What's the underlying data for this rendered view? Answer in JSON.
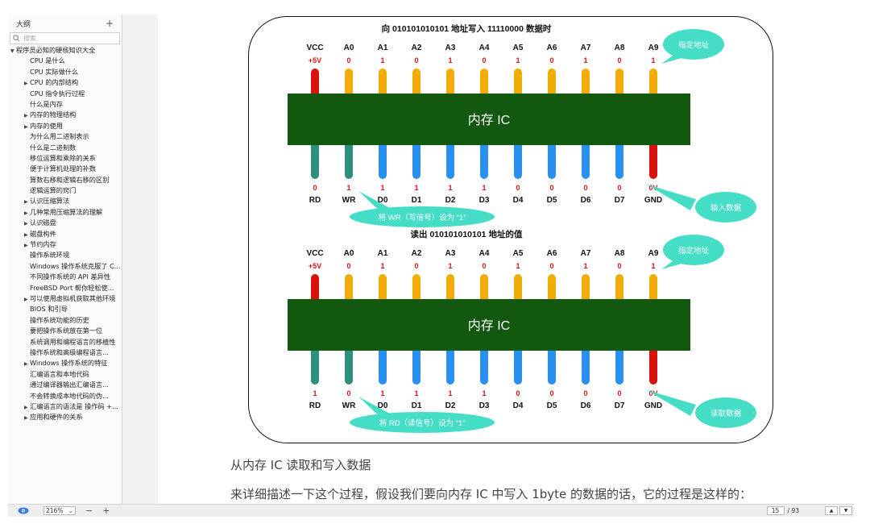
{
  "sidebar": {
    "title": "大纲",
    "add_label": "+",
    "search_placeholder": "搜索",
    "items": [
      {
        "label": "程序员必知的硬核知识大全",
        "level": "l0",
        "arrow": "▼"
      },
      {
        "label": "CPU 是什么",
        "level": "l1",
        "arrow": ""
      },
      {
        "label": "CPU 实际做什么",
        "level": "l1",
        "arrow": ""
      },
      {
        "label": "CPU 的内部结构",
        "level": "l1a",
        "arrow": "▶"
      },
      {
        "label": "CPU 指令执行过程",
        "level": "l1",
        "arrow": ""
      },
      {
        "label": "什么是内存",
        "level": "l1",
        "arrow": ""
      },
      {
        "label": "内存的物理结构",
        "level": "l1a",
        "arrow": "▶"
      },
      {
        "label": "内存的使用",
        "level": "l1a",
        "arrow": "▶"
      },
      {
        "label": "为什么用二进制表示",
        "level": "l1",
        "arrow": ""
      },
      {
        "label": "什么是二进制数",
        "level": "l1",
        "arrow": ""
      },
      {
        "label": "移位运算和乘除的关系",
        "level": "l1",
        "arrow": ""
      },
      {
        "label": "便于计算机处理的补数",
        "level": "l1",
        "arrow": ""
      },
      {
        "label": "算数右移和逻辑右移的区别",
        "level": "l1",
        "arrow": ""
      },
      {
        "label": "逻辑运算的窍门",
        "level": "l1",
        "arrow": ""
      },
      {
        "label": "认识压缩算法",
        "level": "l1a",
        "arrow": "▶"
      },
      {
        "label": "几种常用压缩算法的理解",
        "level": "l1a",
        "arrow": "▶"
      },
      {
        "label": "认识磁盘",
        "level": "l1a",
        "arrow": "▶"
      },
      {
        "label": "磁盘构件",
        "level": "l1a",
        "arrow": "▶"
      },
      {
        "label": "节约内存",
        "level": "l1a",
        "arrow": "▶"
      },
      {
        "label": "操作系统环境",
        "level": "l1",
        "arrow": ""
      },
      {
        "label": "Windows 操作系统克服了 C...",
        "level": "l1",
        "arrow": ""
      },
      {
        "label": "不同操作系统的 API 差异性",
        "level": "l1",
        "arrow": ""
      },
      {
        "label": "FreeBSD Port 帮你轻松使...",
        "level": "l1",
        "arrow": ""
      },
      {
        "label": "可以使用虚拟机获取其他环境",
        "level": "l1a",
        "arrow": "▶"
      },
      {
        "label": "BIOS 和引导",
        "level": "l1",
        "arrow": ""
      },
      {
        "label": "操作系统功能的历史",
        "level": "l1",
        "arrow": ""
      },
      {
        "label": "要把操作系统放在第一位",
        "level": "l1",
        "arrow": ""
      },
      {
        "label": "系统调用和编程语言的移植性",
        "level": "l1",
        "arrow": ""
      },
      {
        "label": "操作系统和高级编程语言...",
        "level": "l2",
        "arrow": ""
      },
      {
        "label": "Windows 操作系统的特征",
        "level": "l1a",
        "arrow": "▶"
      },
      {
        "label": "汇编语言和本地代码",
        "level": "l1",
        "arrow": ""
      },
      {
        "label": "通过编译器输出汇编语言...",
        "level": "l1",
        "arrow": ""
      },
      {
        "label": "不会转换成本地代码的伪...",
        "level": "l1",
        "arrow": ""
      },
      {
        "label": "汇编语言的语法是 操作码 +...",
        "level": "l1a",
        "arrow": "▶"
      },
      {
        "label": "应用和硬件的关系",
        "level": "l1a",
        "arrow": "▶"
      }
    ]
  },
  "diagram": {
    "write": {
      "title": "向 010101010101 地址写入 11110000 数据时",
      "top_pins": [
        "VCC",
        "A0",
        "A1",
        "A2",
        "A3",
        "A4",
        "A5",
        "A6",
        "A7",
        "A8",
        "A9"
      ],
      "top_values": [
        "+5V",
        "0",
        "1",
        "0",
        "1",
        "0",
        "1",
        "0",
        "1",
        "0",
        "1"
      ],
      "chip_label": "内存 IC",
      "bottom_values": [
        "0",
        "1",
        "1",
        "1",
        "1",
        "1",
        "0",
        "0",
        "0",
        "0",
        "0V"
      ],
      "bottom_pins": [
        "RD",
        "WR",
        "D0",
        "D1",
        "D2",
        "D3",
        "D4",
        "D5",
        "D6",
        "D7",
        "GND"
      ],
      "callout_address": "指定地址",
      "callout_data": "输入数据",
      "callout_signal": "将 WR（写信号）设为 “1”"
    },
    "read": {
      "title": "读出 010101010101 地址的值",
      "top_pins": [
        "VCC",
        "A0",
        "A1",
        "A2",
        "A3",
        "A4",
        "A5",
        "A6",
        "A7",
        "A8",
        "A9"
      ],
      "top_values": [
        "+5V",
        "0",
        "1",
        "0",
        "1",
        "0",
        "1",
        "0",
        "1",
        "0",
        "1"
      ],
      "chip_label": "内存 IC",
      "bottom_values": [
        "1",
        "0",
        "1",
        "1",
        "1",
        "1",
        "0",
        "0",
        "0",
        "0",
        "0V"
      ],
      "bottom_pins": [
        "RD",
        "WR",
        "D0",
        "D1",
        "D2",
        "D3",
        "D4",
        "D5",
        "D6",
        "D7",
        "GND"
      ],
      "callout_address": "指定地址",
      "callout_data": "读取数据",
      "callout_signal": "将 RD（读信号）设为 “1”"
    }
  },
  "content": {
    "caption": "从内存 IC 读取和写入数据",
    "paragraph": "来详细描述一下这个过程，假设我们要向内存 IC 中写入 1byte 的数据的话，它的过程是这样的："
  },
  "toolbar": {
    "zoom": "216%",
    "zoom_minus": "−",
    "zoom_plus": "+",
    "page_current": "15",
    "page_total": "/ 93",
    "prev": "▲",
    "next": "▼"
  },
  "colors": {
    "chip": "#12580f",
    "vcc_pin": "#d9120f",
    "address_pin": "#f2ac0a",
    "control_pin": "#2e8f7f",
    "data_pin": "#2990f0",
    "gnd_pin": "#d9120f",
    "callout": "#45ddc6",
    "value_red": "#d9120f"
  }
}
